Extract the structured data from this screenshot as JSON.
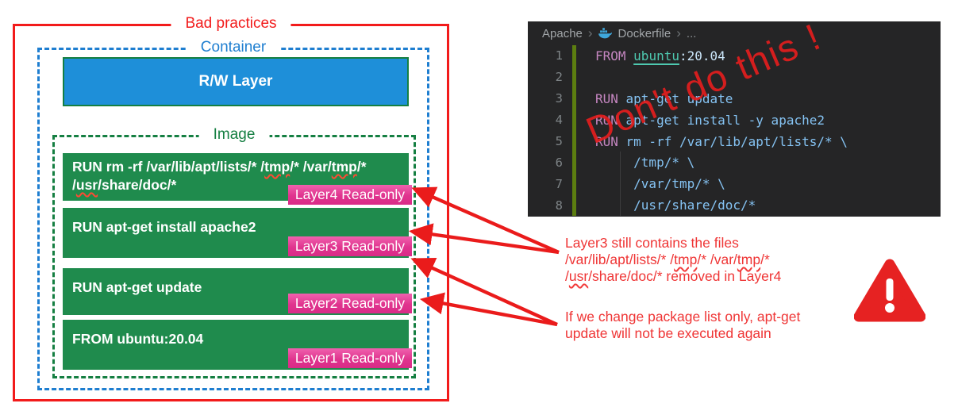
{
  "colors": {
    "red_accent": "#F21B1B",
    "red_text": "#EF3535",
    "blue_fill": "#1E8FD9",
    "blue_border": "#1E7ED0",
    "green_fill": "#1F8B4D",
    "green_border": "#157F42",
    "pink_badge": "#E0348E",
    "editor_background": "#252526",
    "keyword_pink": "#C586C0",
    "code_blue": "#85C3F3",
    "image_teal": "#4EC9B0",
    "gutter_green": "#5C7E10"
  },
  "icons": {
    "breadcrumb_separator": "›",
    "file_icon": "docker-whale",
    "warning": "warning-triangle"
  },
  "diagram": {
    "title": "Bad practices",
    "container_label": "Container",
    "rw_layer_label": "R/W Layer",
    "image_label": "Image",
    "layers": [
      {
        "id": "layer4",
        "text": [
          {
            "t": "RUN rm -rf /var/lib/apt/lists/* /"
          },
          {
            "t": "tmp",
            "w": true
          },
          {
            "t": "/* /var/"
          },
          {
            "t": "tmp",
            "w": true
          },
          {
            "t": "/* /"
          },
          {
            "t": "usr",
            "w": true
          },
          {
            "t": "/share/doc/*"
          }
        ],
        "badge": "Layer4 Read-only"
      },
      {
        "id": "layer3",
        "text": [
          {
            "t": "RUN apt-get install apache2"
          }
        ],
        "badge": "Layer3 Read-only"
      },
      {
        "id": "layer2",
        "text": [
          {
            "t": "RUN apt-get update"
          }
        ],
        "badge": "Layer2 Read-only"
      },
      {
        "id": "layer1",
        "text": [
          {
            "t": "FROM ubuntu:20.04"
          }
        ],
        "badge": "Layer1 Read-only"
      }
    ]
  },
  "editor": {
    "breadcrumb": {
      "folder": "Apache",
      "file": "Dockerfile",
      "ellipsis": "..."
    },
    "overlay": "Don't do this !",
    "lines": [
      {
        "n": "1",
        "segs": [
          {
            "t": "FROM ",
            "c": "kw"
          },
          {
            "t": "ubuntu",
            "c": "img"
          },
          {
            "t": ":20.04",
            "c": "plain"
          }
        ]
      },
      {
        "n": "2",
        "segs": []
      },
      {
        "n": "3",
        "segs": [
          {
            "t": "RUN ",
            "c": "kw"
          },
          {
            "t": "apt-get update",
            "c": "arg"
          }
        ]
      },
      {
        "n": "4",
        "segs": [
          {
            "t": "RUN ",
            "c": "kw"
          },
          {
            "t": "apt-get install -y apache2",
            "c": "arg"
          }
        ]
      },
      {
        "n": "5",
        "segs": [
          {
            "t": "RUN ",
            "c": "kw"
          },
          {
            "t": "rm -rf /var/lib/apt/lists/* \\",
            "c": "arg"
          }
        ]
      },
      {
        "n": "6",
        "guide": true,
        "segs": [
          {
            "t": "     /tmp/* \\",
            "c": "arg"
          }
        ]
      },
      {
        "n": "7",
        "guide": true,
        "segs": [
          {
            "t": "     /var/tmp/* \\",
            "c": "arg"
          }
        ]
      },
      {
        "n": "8",
        "guide": true,
        "segs": [
          {
            "t": "     /usr/share/doc/*",
            "c": "arg"
          }
        ]
      }
    ]
  },
  "annotations": {
    "note1_lines": [
      [
        {
          "t": "Layer3 still contains the files"
        }
      ],
      [
        {
          "t": "/var/lib/apt/lists/* /"
        },
        {
          "t": "tmp",
          "w": true
        },
        {
          "t": "/* /var/"
        },
        {
          "t": "tmp",
          "w": true
        },
        {
          "t": "/*"
        }
      ],
      [
        {
          "t": "/"
        },
        {
          "t": "usr",
          "w": true
        },
        {
          "t": "/share/doc/*  removed in Layer4"
        }
      ]
    ],
    "note2_lines": [
      [
        {
          "t": "If we change package list only, apt-get"
        }
      ],
      [
        {
          "t": "update will not be executed again"
        }
      ]
    ]
  }
}
